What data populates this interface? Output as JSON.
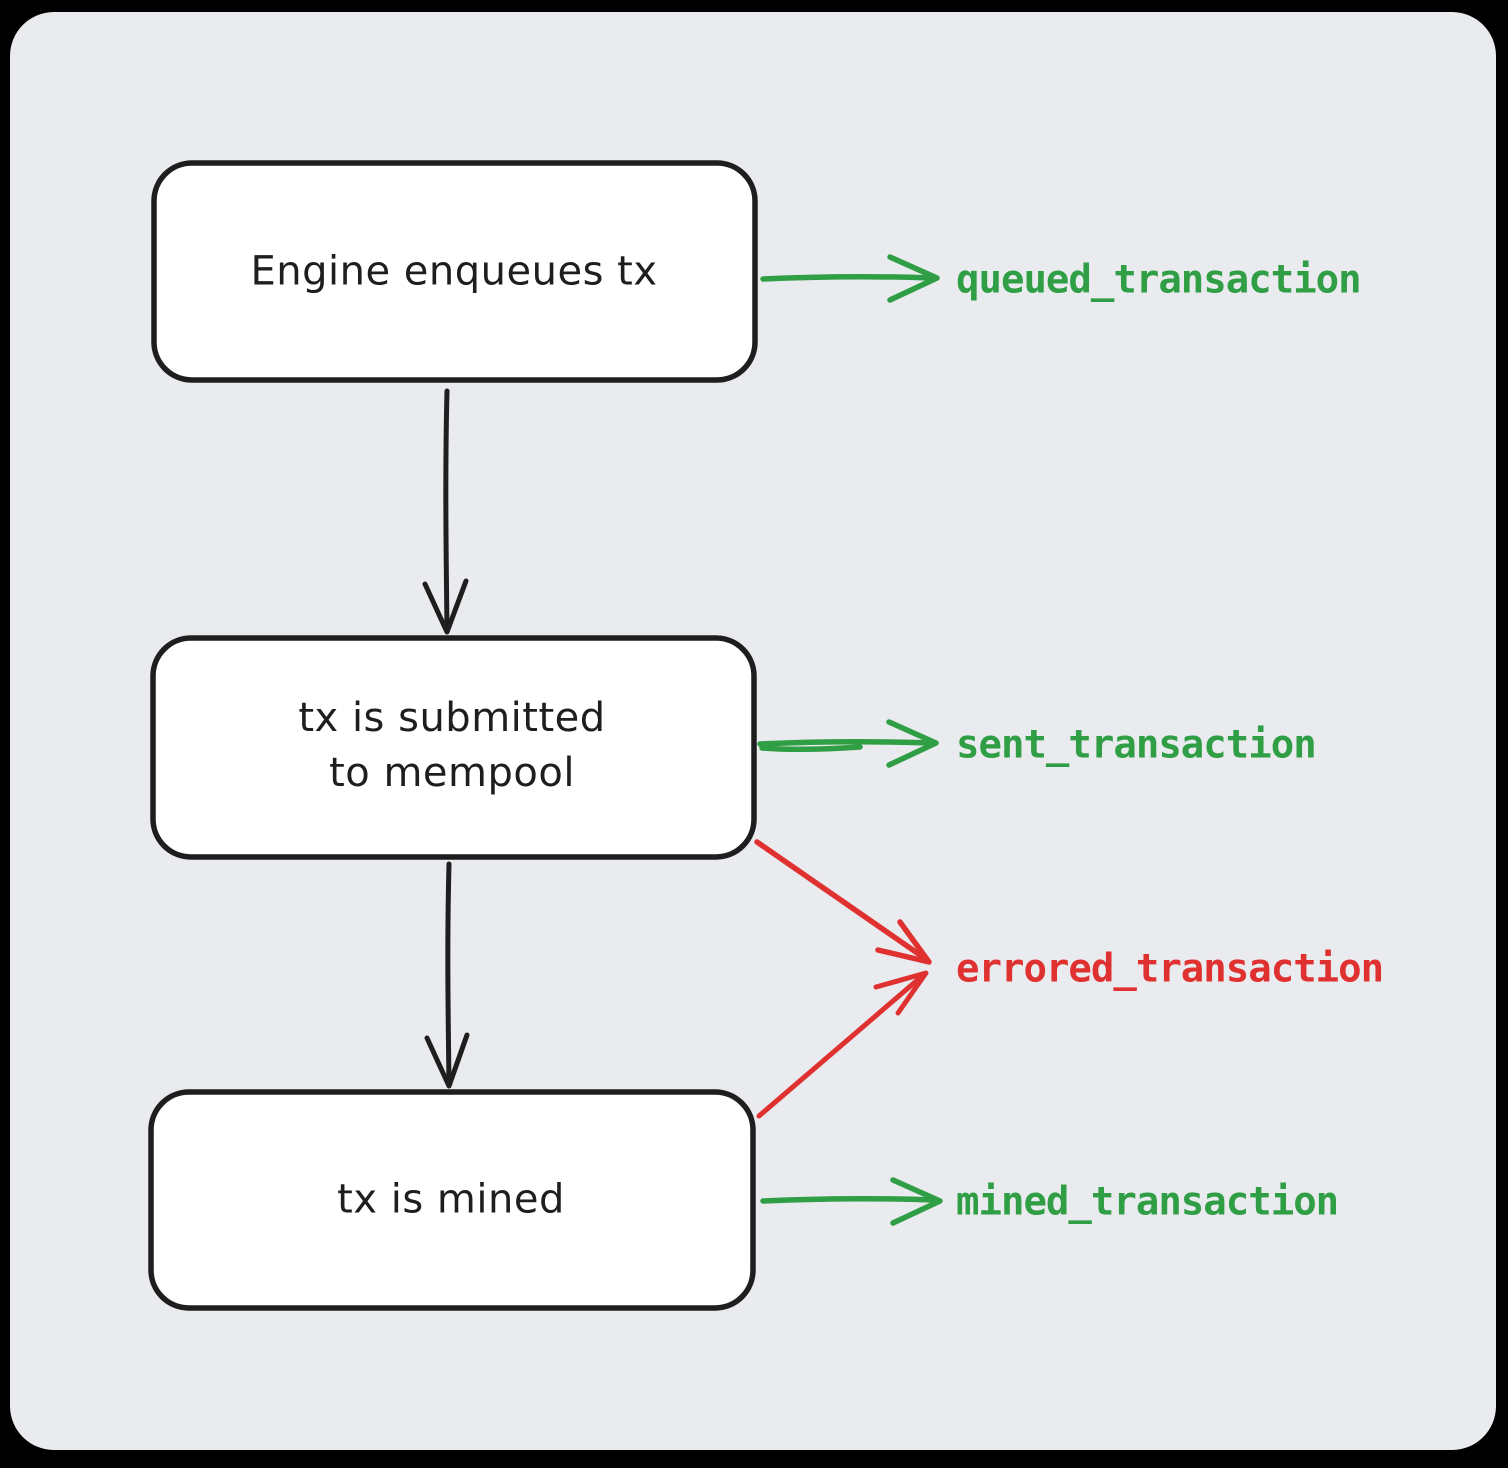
{
  "canvas": {
    "background_color": "#e9ebee",
    "stroke_color": "#1e1e1e",
    "node_fill_color": "#ffffff",
    "success_color": "#2f9e44",
    "error_color": "#e03131"
  },
  "nodes": [
    {
      "label": "Engine enqueues tx"
    },
    {
      "lines": [
        "tx is submitted",
        "to mempool"
      ]
    },
    {
      "label": "tx is mined"
    }
  ],
  "events": [
    {
      "label": "queued_transaction",
      "color": "#2f9e44",
      "source": "Engine enqueues tx"
    },
    {
      "label": "sent_transaction",
      "color": "#2f9e44",
      "source": "tx is submitted to mempool"
    },
    {
      "label": "errored_transaction",
      "color": "#e03131",
      "source": "tx is submitted to mempool / tx is mined"
    },
    {
      "label": "mined_transaction",
      "color": "#2f9e44",
      "source": "tx is mined"
    }
  ]
}
